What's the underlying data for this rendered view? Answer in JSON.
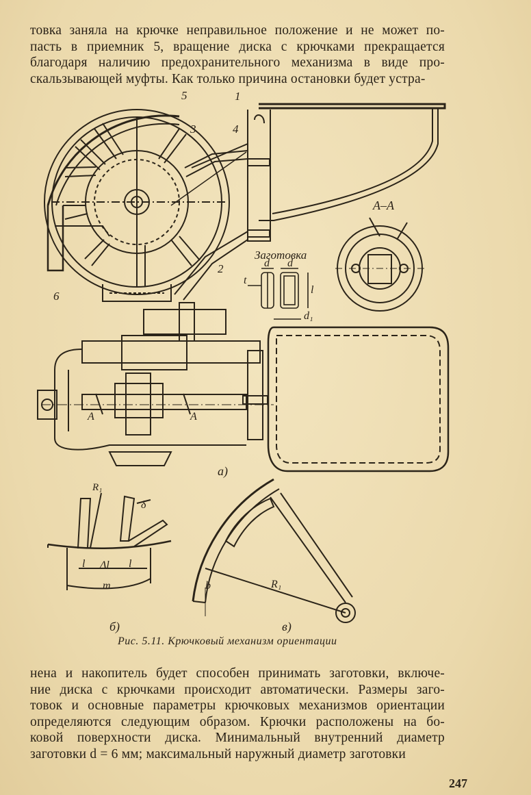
{
  "top_paragraph": [
    "товка заняла на крючке неправильное положение и не может по-",
    "пасть в приемник 5, вращение диска с крючками прекращается",
    "благодаря наличию предохранительного механизма в виде про-",
    "скальзывающей муфты. Как только причина остановки будет устра-"
  ],
  "figure": {
    "callouts": [
      "1",
      "2",
      "3",
      "4",
      "5",
      "6"
    ],
    "section_label": "А–А",
    "workpiece_title": "Заготовка",
    "workpiece_dims": [
      "d",
      "d",
      "t",
      "l",
      "d₁"
    ],
    "section_marks": [
      "А",
      "А"
    ],
    "subfigure_labels": [
      "а)",
      "б)",
      "в)"
    ],
    "detail_b_dims": [
      "R₁",
      "δ",
      "l",
      "Δl",
      "l",
      "m"
    ],
    "detail_v_dims": [
      "b",
      "R₁"
    ],
    "caption": "Рис. 5.11. Крючковый механизм ориентации"
  },
  "bottom_paragraph": [
    "нена и накопитель будет способен принимать заготовки, включе-",
    "ние диска с крючками происходит автоматически. Размеры заго-",
    "товок и основные параметры крючковых механизмов ориентации",
    "определяются следующим образом. Крючки расположены на бо-",
    "ковой поверхности диска. Минимальный внутренний диаметр",
    "заготовки d = 6 мм; максимальный наружный диаметр заготовки"
  ],
  "page_number": "247"
}
